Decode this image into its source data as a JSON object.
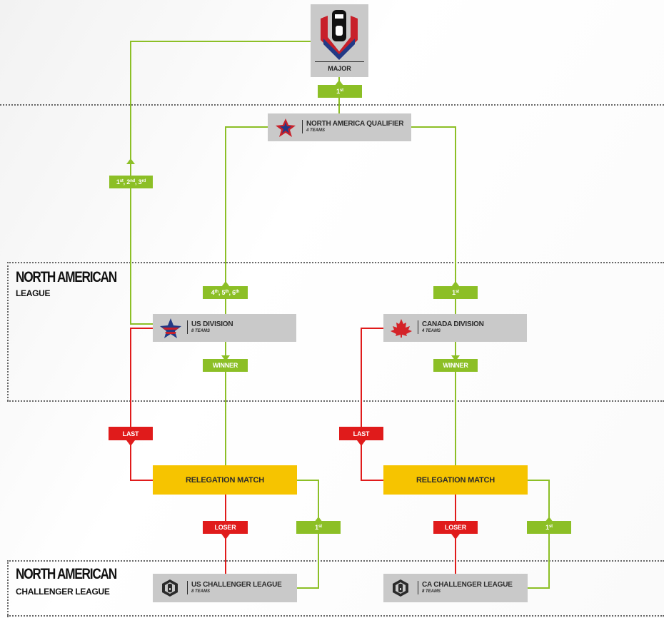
{
  "sections": {
    "league_title": "NORTH AMERICAN",
    "league_sub": "LEAGUE",
    "challenger_title": "NORTH AMERICAN",
    "challenger_sub": "CHALLENGER LEAGUE"
  },
  "nodes": {
    "major": {
      "label": "MAJOR",
      "icon": "six-logo-icon"
    },
    "qualifier": {
      "title": "NORTH AMERICA QUALIFIER",
      "sub": "4 TEAMS",
      "icon": "na-star-icon"
    },
    "us_division": {
      "title": "US DIVISION",
      "sub": "8 TEAMS",
      "icon": "us-star-icon"
    },
    "ca_division": {
      "title": "CANADA DIVISION",
      "sub": "4 TEAMS",
      "icon": "maple-leaf-icon"
    },
    "us_relegation": {
      "label": "RELEGATION MATCH"
    },
    "ca_relegation": {
      "label": "RELEGATION MATCH"
    },
    "us_challenger": {
      "title": "US CHALLENGER LEAGUE",
      "sub": "8 TEAMS",
      "icon": "six-shield-icon"
    },
    "ca_challenger": {
      "title": "CA CHALLENGER LEAGUE",
      "sub": "8 TEAMS",
      "icon": "six-shield-icon"
    }
  },
  "tags": {
    "qual_to_major": {
      "main": "1",
      "sup": "st"
    },
    "us_to_major": {
      "parts": [
        [
          "1",
          "st"
        ],
        [
          "2",
          "nd"
        ],
        [
          "3",
          "rd"
        ]
      ]
    },
    "us_to_qual": {
      "parts": [
        [
          "4",
          "th"
        ],
        [
          "5",
          "th"
        ],
        [
          "6",
          "th"
        ]
      ]
    },
    "ca_to_qual": {
      "main": "1",
      "sup": "st"
    },
    "us_winner": "WINNER",
    "ca_winner": "WINNER",
    "us_last": "LAST",
    "ca_last": "LAST",
    "us_loser": "LOSER",
    "ca_loser": "LOSER",
    "us_chal_first": {
      "main": "1",
      "sup": "st"
    },
    "ca_chal_first": {
      "main": "1",
      "sup": "st"
    }
  },
  "colors": {
    "advance": "#8cbf26",
    "relegate": "#e01b1b",
    "match": "#f6c400",
    "node": "#c9c9c9"
  }
}
